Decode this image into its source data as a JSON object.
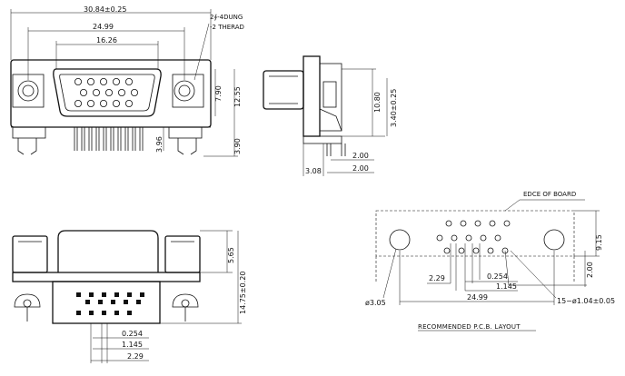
{
  "front_view": {
    "overall_width": "30.84±0.25",
    "mount_pitch": "24.99",
    "shell_width": "16.26",
    "thread_note_line1": "2∮-4DUNG",
    "thread_note_line2": "-2 THERAD",
    "shell_height": "7.90",
    "flange_height": "12.55",
    "pin_offset": "3.96",
    "tail_length": "3.90"
  },
  "side_view": {
    "body_height": "10.80",
    "pin_height": "3.40±0.25",
    "pin_pitch": "2.00",
    "pin_spacing": "2.00",
    "flange_offset": "3.08"
  },
  "bottom_view": {
    "shell_height": "5.65",
    "total_height": "14.75±0.20",
    "dim_a": "0.254",
    "dim_b": "1.145",
    "dim_c": "2.29"
  },
  "pcb_layout": {
    "edge_label": "EDCE OF BOARD",
    "row_pitch": "9.15",
    "row_spacing": "2.00",
    "dim_a": "0.254",
    "dim_b": "1.145",
    "dim_c": "2.29",
    "hole_pitch": "24.99",
    "mount_hole": "ø3.05",
    "pin_holes": "15−ø1.04±0.05",
    "caption": "RECOMMENDED P.C.B. LAYOUT"
  }
}
